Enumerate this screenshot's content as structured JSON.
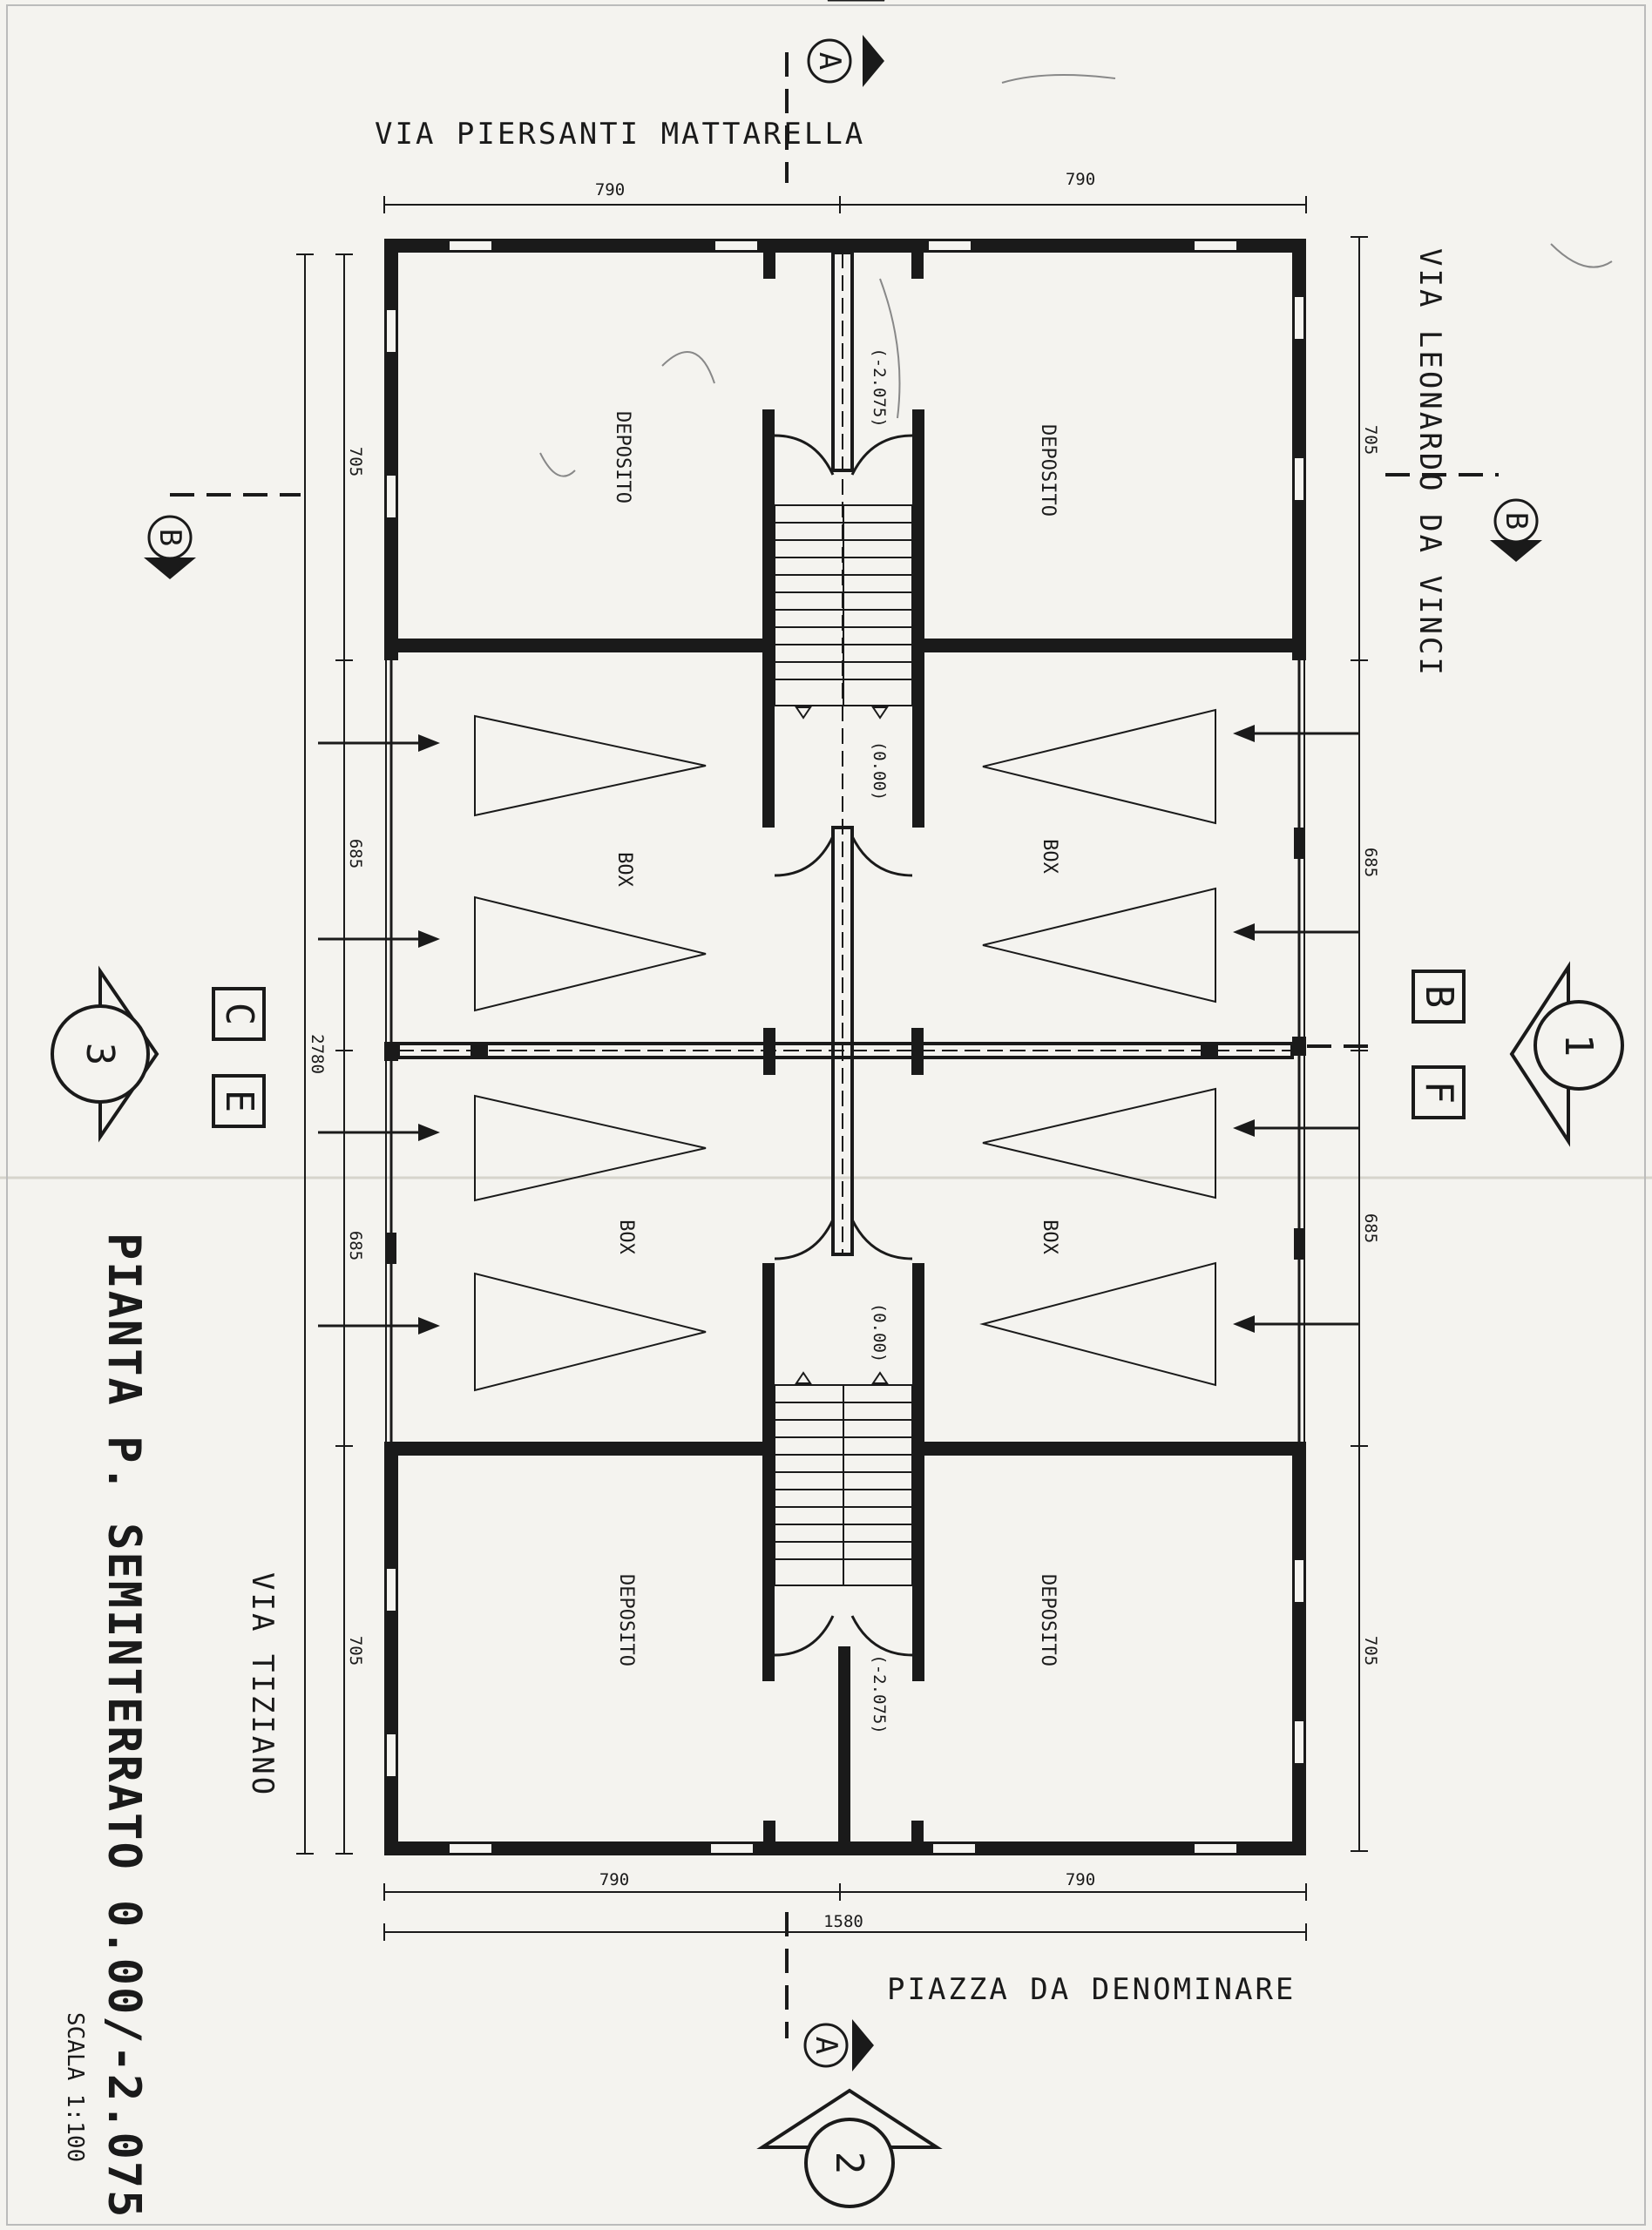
{
  "streets": {
    "north": "VIA PIERSANTI MATTARELLA",
    "east": "VIA LEONARDO DA VINCI",
    "west": "VIA TIZIANO",
    "south": "PIAZZA DA DENOMINARE"
  },
  "rooms": {
    "deposit": "DEPOSITO",
    "box": "BOX"
  },
  "levels": {
    "top": "(-2.075)",
    "mid_upper": "(0.00)",
    "mid_lower": "(0.00)",
    "bottom": "(-2.075)"
  },
  "dimensions": {
    "top_left": "790",
    "top_right": "790",
    "bottom_left": "790",
    "bottom_right": "790",
    "total": "1580",
    "side_705": "705",
    "side_685": "685",
    "middle": "2780"
  },
  "section_markers": {
    "a": "A",
    "b": "B"
  },
  "view_markers": {
    "one": "1",
    "two": "2",
    "three": "3"
  },
  "letters": {
    "b": "B",
    "f": "F",
    "c": "C",
    "e": "E"
  },
  "title": {
    "main": "PIANTA P. SEMINTERRATO 0.00/-2.075",
    "scale": "SCALA 1:100"
  }
}
